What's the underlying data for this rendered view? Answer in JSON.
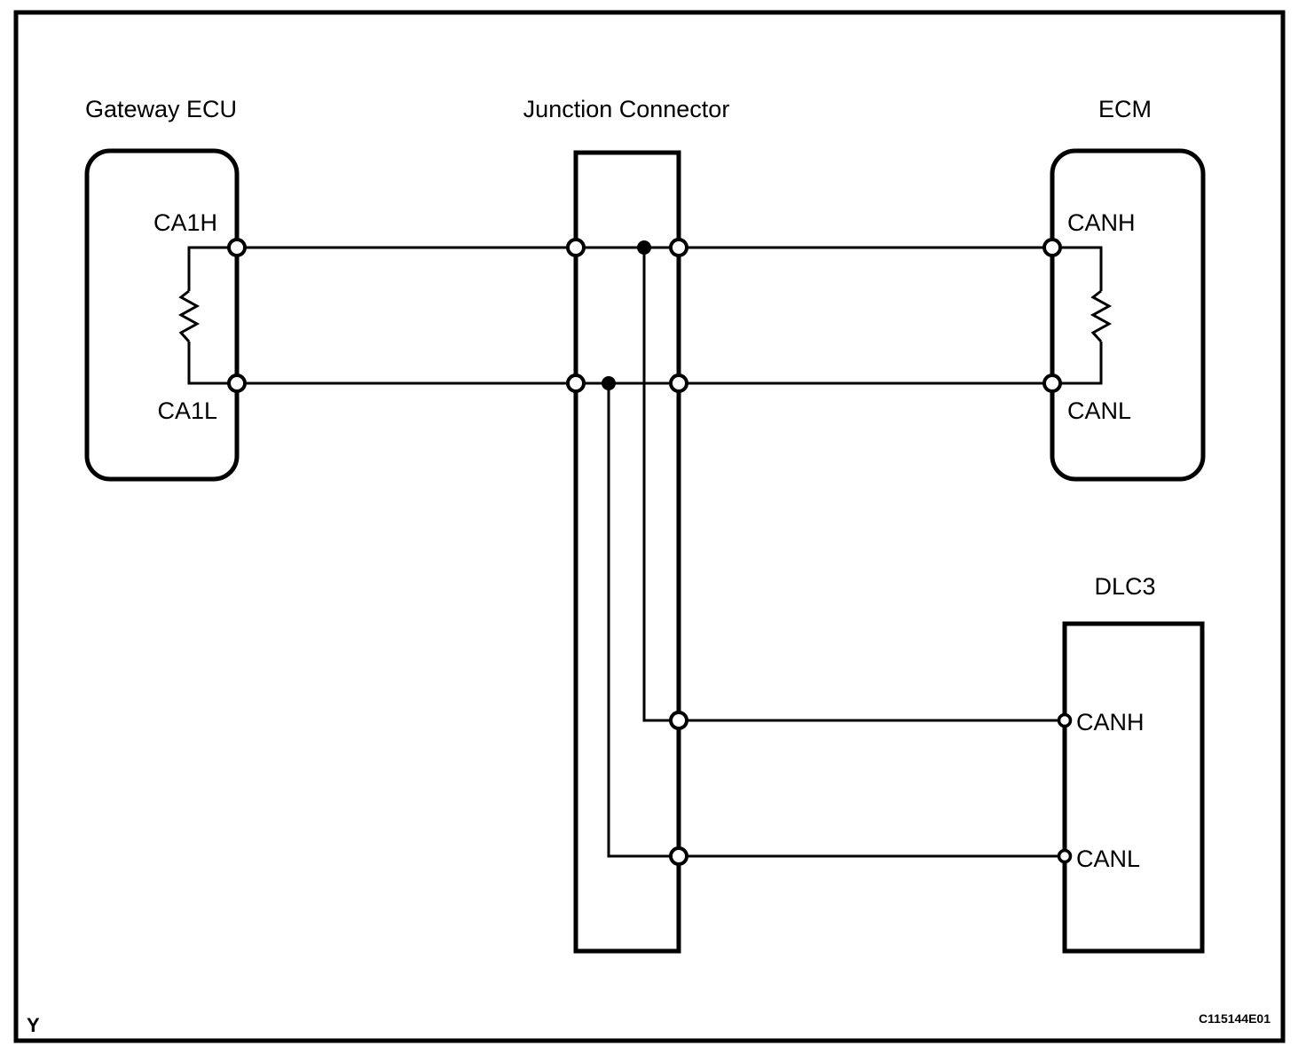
{
  "diagram": {
    "type": "automotive-wiring-schematic",
    "subject": "CAN bus communication circuit",
    "figure_code": "C115144E01",
    "sheet_marker": "Y",
    "stroke_color": "#000000",
    "background_color": "#ffffff",
    "blocks": [
      {
        "id": "gateway-ecu",
        "label": "Gateway ECU",
        "shape": "rounded-rectangle",
        "terminals": [
          {
            "id": "gw-ca1h",
            "label": "CA1H",
            "marker": "open-circle",
            "label_position": "above-left"
          },
          {
            "id": "gw-ca1l",
            "label": "CA1L",
            "marker": "open-circle",
            "label_position": "below-left"
          }
        ],
        "internal_components": [
          {
            "id": "gw-terminating-resistor",
            "type": "resistor",
            "symbol": "zigzag",
            "between": [
              "CA1H",
              "CA1L"
            ]
          }
        ]
      },
      {
        "id": "junction-connector",
        "label": "Junction Connector",
        "shape": "rectangle",
        "terminals": [
          {
            "id": "jc-h-left",
            "marker": "open-circle"
          },
          {
            "id": "jc-h-right",
            "marker": "open-circle"
          },
          {
            "id": "jc-l-left",
            "marker": "open-circle"
          },
          {
            "id": "jc-l-right",
            "marker": "open-circle"
          },
          {
            "id": "jc-dlc-h",
            "marker": "open-circle"
          },
          {
            "id": "jc-dlc-l",
            "marker": "open-circle"
          }
        ],
        "junction_dots": [
          {
            "id": "dot-canh-branch",
            "marker": "filled-dot",
            "on_line": "CANH"
          },
          {
            "id": "dot-canl-branch",
            "marker": "filled-dot",
            "on_line": "CANL"
          }
        ]
      },
      {
        "id": "ecm",
        "label": "ECM",
        "shape": "rounded-rectangle",
        "terminals": [
          {
            "id": "ecm-canh",
            "label": "CANH",
            "marker": "open-circle",
            "label_position": "above-right"
          },
          {
            "id": "ecm-canl",
            "label": "CANL",
            "marker": "open-circle",
            "label_position": "below-right"
          }
        ],
        "internal_components": [
          {
            "id": "ecm-terminating-resistor",
            "type": "resistor",
            "symbol": "zigzag",
            "between": [
              "CANH",
              "CANL"
            ]
          }
        ]
      },
      {
        "id": "dlc3",
        "label": "DLC3",
        "shape": "rectangle",
        "terminals": [
          {
            "id": "dlc3-canh",
            "label": "CANH",
            "marker": "small-open-circle",
            "label_position": "right"
          },
          {
            "id": "dlc3-canl",
            "label": "CANL",
            "marker": "small-open-circle",
            "label_position": "right"
          }
        ]
      }
    ],
    "wires": [
      {
        "id": "wire-canh-gw-jc",
        "from": "gw-ca1h",
        "to": "jc-h-left",
        "signal": "CANH",
        "weight": "thin"
      },
      {
        "id": "wire-canh-jc-ecm",
        "from": "jc-h-right",
        "to": "ecm-canh",
        "signal": "CANH",
        "weight": "thin"
      },
      {
        "id": "wire-canl-gw-jc",
        "from": "gw-ca1l",
        "to": "jc-l-left",
        "signal": "CANL",
        "weight": "thin"
      },
      {
        "id": "wire-canl-jc-ecm",
        "from": "jc-l-right",
        "to": "ecm-canl",
        "signal": "CANL",
        "weight": "thin"
      },
      {
        "id": "wire-canh-branch-dlc3",
        "from": "dot-canh-branch",
        "to": "dlc3-canh",
        "signal": "CANH",
        "weight": "thin"
      },
      {
        "id": "wire-canl-branch-dlc3",
        "from": "dot-canl-branch",
        "to": "dlc3-canl",
        "signal": "CANL",
        "weight": "thin"
      }
    ]
  }
}
